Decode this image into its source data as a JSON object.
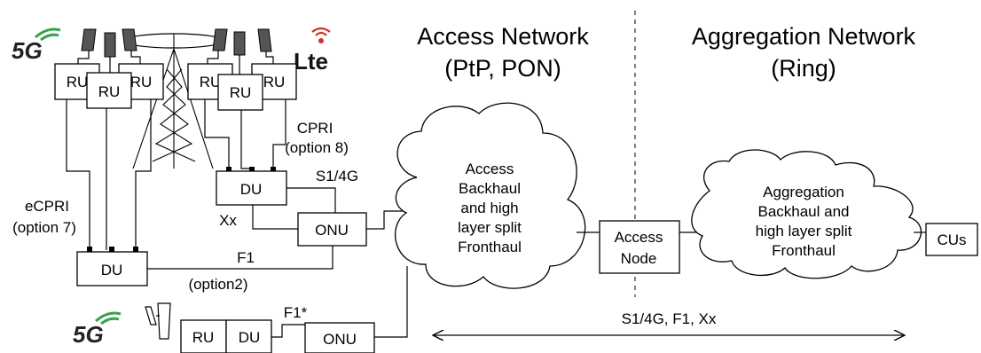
{
  "headers": {
    "access_title": "Access Network",
    "access_sub": "(PtP, PON)",
    "aggregation_title": "Aggregation Network",
    "aggregation_sub": "(Ring)"
  },
  "logos": {
    "fiveg": "5G",
    "lte": "Lte"
  },
  "boxes": {
    "ru": "RU",
    "du": "DU",
    "onu": "ONU",
    "access_node_line1": "Access",
    "access_node_line2": "Node",
    "cus": "CUs"
  },
  "labels": {
    "cpri_line1": "CPRI",
    "cpri_line2": "(option 8)",
    "s1_4g": "S1/4G",
    "xx": "Xx",
    "ecpri_line1": "eCPRI",
    "ecpri_line2": "(option 7)",
    "f1": "F1",
    "option2": "(option2)",
    "f1_star": "F1*",
    "bottom_arrow": "S1/4G, F1, Xx"
  },
  "clouds": {
    "access": [
      "Access",
      "Backhaul",
      "and high",
      "layer split",
      "Fronthaul"
    ],
    "aggregation": [
      "Aggregation",
      "Backhaul and",
      "high layer split",
      "Fronthaul"
    ]
  },
  "colors": {
    "logo_green": "#3aa14a",
    "lte_red": "#d0312d",
    "antenna_dark": "#555555"
  }
}
